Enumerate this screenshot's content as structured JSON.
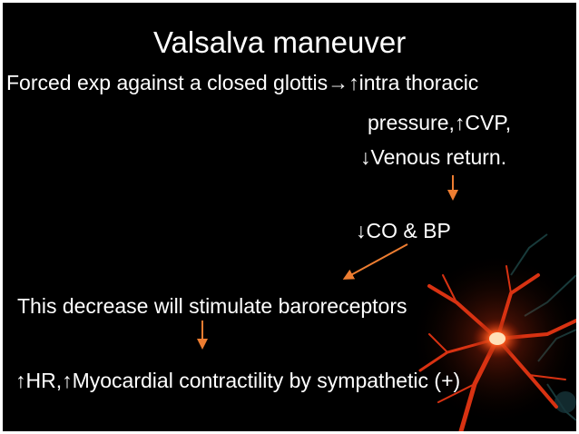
{
  "slide": {
    "title": "Valsalva maneuver",
    "line1": "Forced exp against a closed glottis→↑intra thoracic",
    "line2": "pressure,↑CVP,",
    "line3": "↓Venous return.",
    "line4": "↓CO & BP",
    "line5": "This decrease will stimulate baroreceptors",
    "line6": "↑HR,↑Myocardial contractility by sympathetic (+)"
  },
  "colors": {
    "background": "#000000",
    "text": "#ffffff",
    "arrow": "#ed7d31",
    "neuron": "#e8401c"
  },
  "decoration": {
    "image": "neuron-image"
  }
}
